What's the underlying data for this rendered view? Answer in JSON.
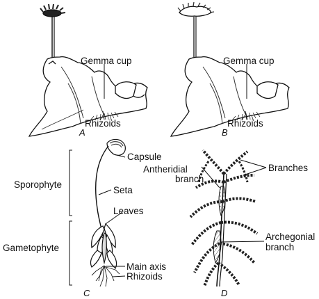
{
  "labels": {
    "a_gemma_cup": "Gemma cup",
    "a_rhizoids": "Rhizoids",
    "b_gemma_cup": "Gemma cup",
    "b_rhizoids": "Rhizoids",
    "c_capsule": "Capsule",
    "c_sporophyte": "Sporophyte",
    "c_seta": "Seta",
    "c_leaves": "Leaves",
    "c_gametophyte": "Gametophyte",
    "c_main_axis": "Main axis",
    "c_rhizoids": "Rhizoids",
    "d_antheridial_branch_line1": "Antheridial",
    "d_antheridial_branch_line2": "branch",
    "d_branches": "Branches",
    "d_archegonial_branch_line1": "Archegonial",
    "d_archegonial_branch_line2": "branch"
  },
  "panels": {
    "a": "A",
    "b": "B",
    "c": "C",
    "d": "D"
  },
  "colors": {
    "ink": "#111111",
    "paper": "#ffffff",
    "shade": "#9a9a9a"
  }
}
